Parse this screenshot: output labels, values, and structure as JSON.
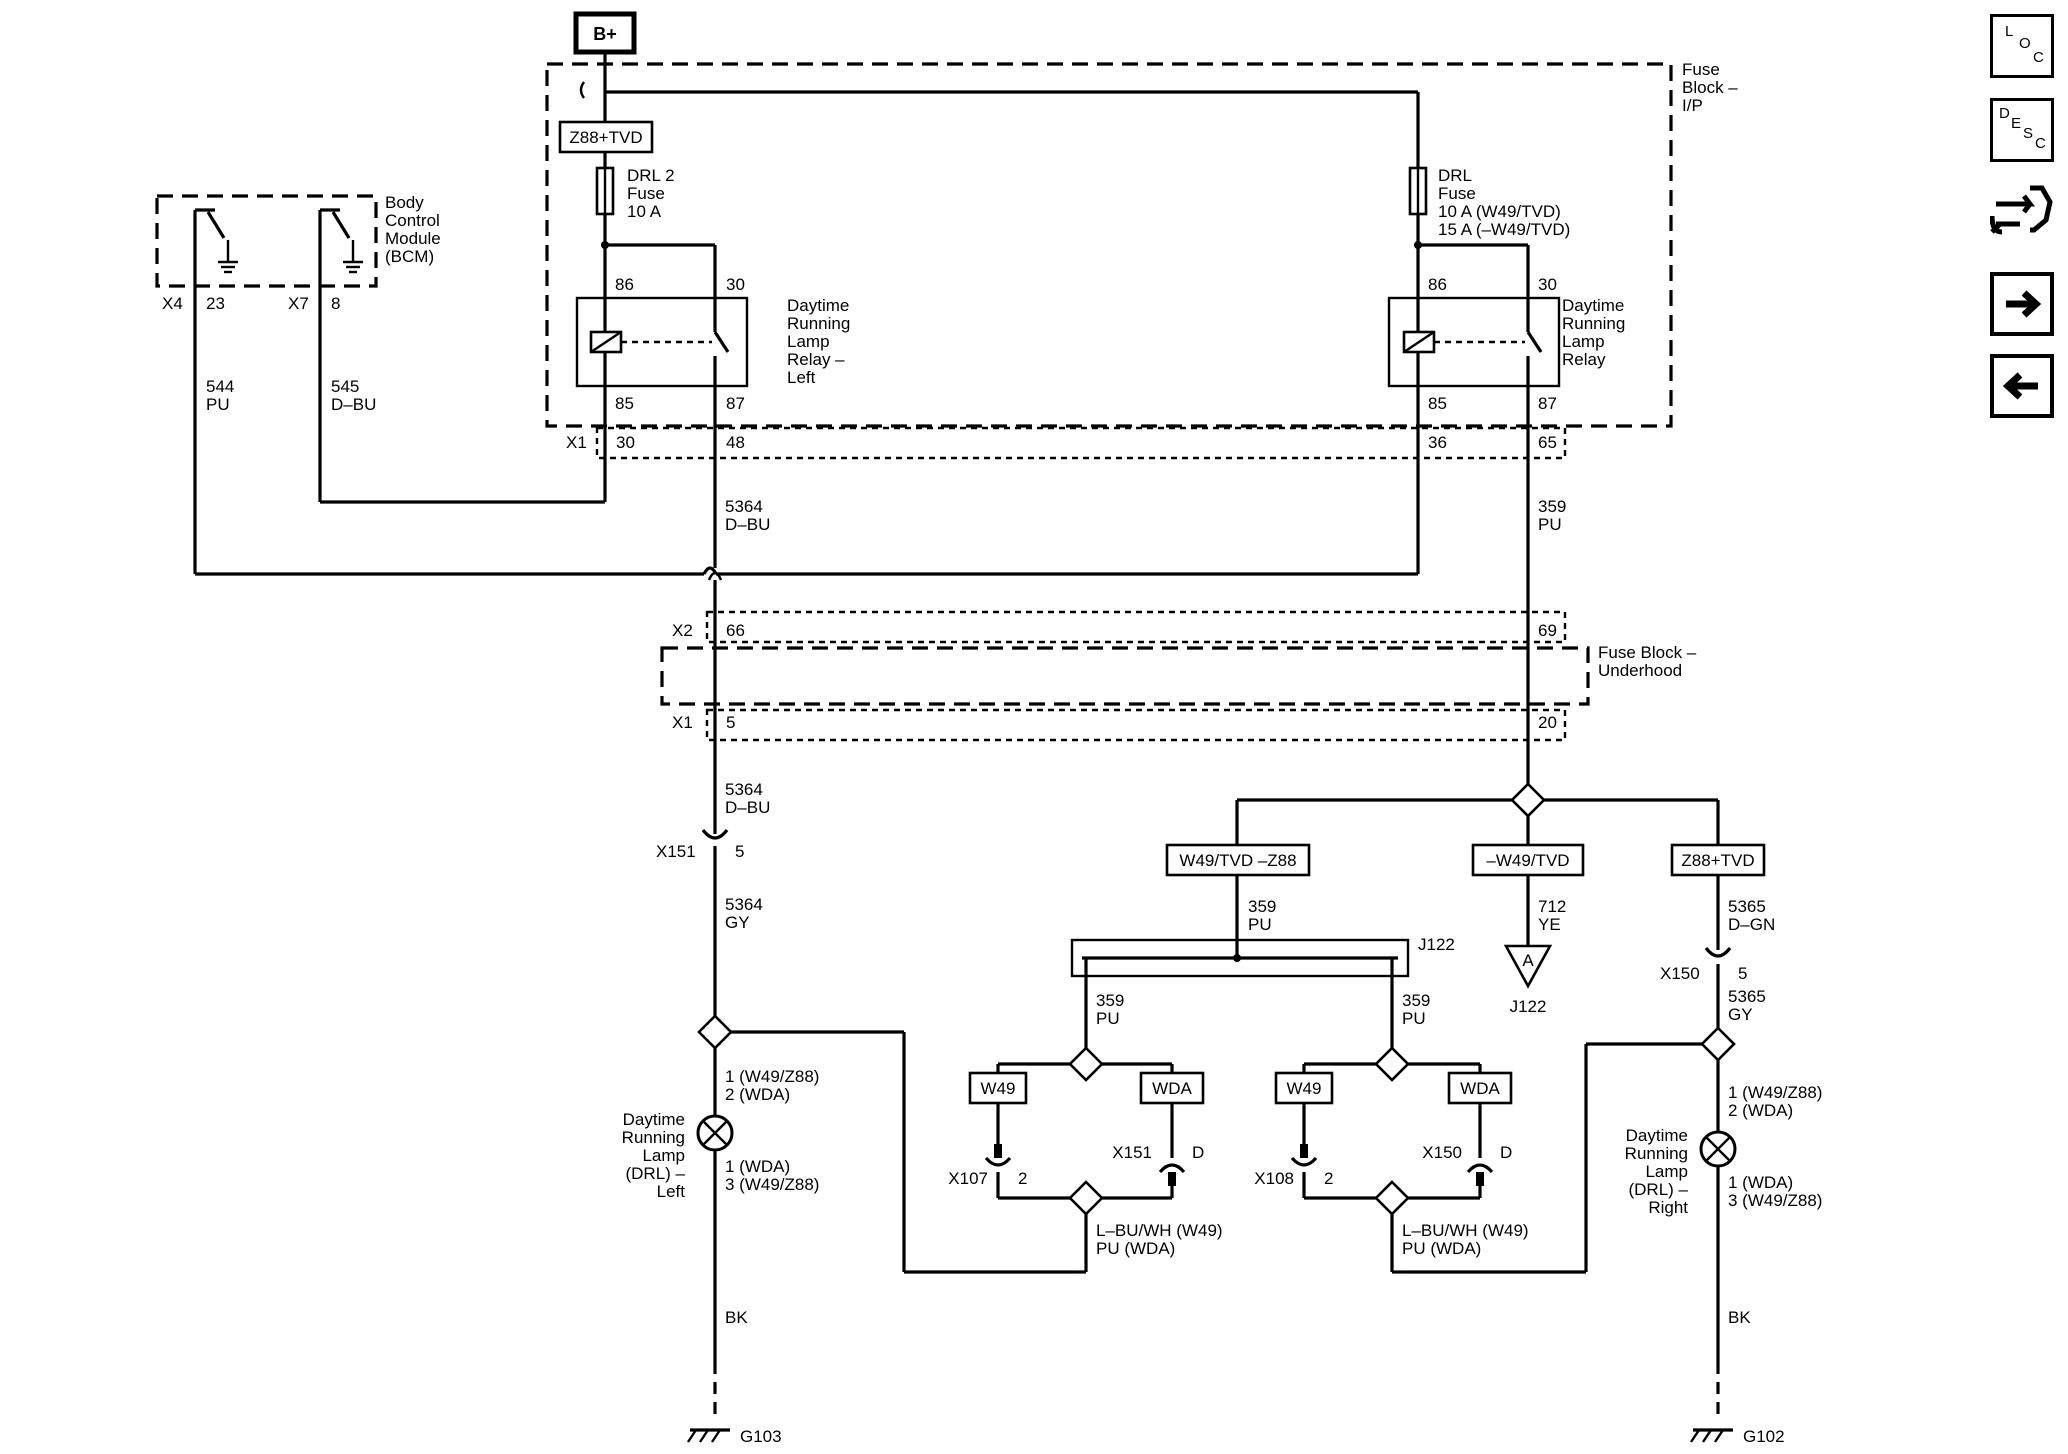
{
  "nav": {
    "loc": {
      "l": "L",
      "o": "O",
      "c": "C"
    },
    "desc": {
      "d": "D",
      "e": "E",
      "s": "S",
      "c": "C"
    }
  },
  "power": {
    "label": "B+"
  },
  "fuse_block_ip": {
    "label": [
      "Fuse",
      "Block –",
      "I/P"
    ]
  },
  "fuse_block_underhood": {
    "label": [
      "Fuse Block –",
      "Underhood"
    ]
  },
  "bcm": {
    "label": [
      "Body",
      "Control",
      "Module",
      "(BCM)"
    ],
    "pins": [
      {
        "conn": "X4",
        "pin": "23"
      },
      {
        "conn": "X7",
        "pin": "8"
      }
    ]
  },
  "option_boxes": {
    "z88_tvd_top": "Z88+TVD",
    "w49_tvd_z88": "W49/TVD –Z88",
    "not_w49_tvd": "–W49/TVD",
    "z88_tvd_right": "Z88+TVD",
    "w49_left": "W49",
    "wda_left": "WDA",
    "w49_right": "W49",
    "wda_right": "WDA"
  },
  "fuses": {
    "drl2": [
      "DRL 2",
      "Fuse",
      "10 A"
    ],
    "drl": [
      "DRL",
      "Fuse",
      "10 A (W49/TVD)",
      "15 A (–W49/TVD)"
    ]
  },
  "relays": {
    "left": {
      "label": [
        "Daytime",
        "Running",
        "Lamp",
        "Relay –",
        "Left"
      ],
      "pins": [
        "86",
        "30",
        "85",
        "87"
      ]
    },
    "right": {
      "label": [
        "Daytime",
        "Running",
        "Lamp",
        "Relay"
      ],
      "pins": [
        "86",
        "30",
        "85",
        "87"
      ]
    }
  },
  "connectors": {
    "x1_top": {
      "name": "X1",
      "pins": [
        "30",
        "48",
        "36",
        "65"
      ]
    },
    "x2": {
      "name": "X2",
      "pins": [
        "66",
        "69"
      ]
    },
    "x1_bottom": {
      "name": "X1",
      "pins": [
        "5",
        "20"
      ]
    },
    "x151_main": {
      "name": "X151",
      "pin": "5"
    },
    "x150_main": {
      "name": "X150",
      "pin": "5"
    },
    "x107": {
      "name": "X107",
      "pin": "2"
    },
    "x151_d": {
      "name": "X151",
      "pin": "D"
    },
    "x108": {
      "name": "X108",
      "pin": "2"
    },
    "x150_d": {
      "name": "X150",
      "pin": "D"
    }
  },
  "wires": {
    "w544": [
      "544",
      "PU"
    ],
    "w545": [
      "545",
      "D–BU"
    ],
    "w5364_top": [
      "5364",
      "D–BU"
    ],
    "w359_top": [
      "359",
      "PU"
    ],
    "w5364_mid": [
      "5364",
      "D–BU"
    ],
    "w5364_gy": [
      "5364",
      "GY"
    ],
    "w359_j": [
      "359",
      "PU"
    ],
    "w712": [
      "712",
      "YE"
    ],
    "w5365_dgn": [
      "5365",
      "D–GN"
    ],
    "w5365_gy": [
      "5365",
      "GY"
    ],
    "w359_l": [
      "359",
      "PU"
    ],
    "w359_r": [
      "359",
      "PU"
    ],
    "lbu_l": [
      "L–BU/WH (W49)",
      "PU (WDA)"
    ],
    "lbu_r": [
      "L–BU/WH (W49)",
      "PU (WDA)"
    ],
    "bk_left": "BK",
    "bk_right": "BK"
  },
  "splice": {
    "j122": "J122",
    "offpage_letter": "A",
    "offpage_label": "J122"
  },
  "lamps": {
    "left": {
      "label": [
        "Daytime",
        "Running",
        "Lamp",
        "(DRL) –",
        "Left"
      ],
      "pins_top": [
        "1 (W49/Z88)",
        "2 (WDA)"
      ],
      "pins_bottom": [
        "1 (WDA)",
        "3 (W49/Z88)"
      ]
    },
    "right": {
      "label": [
        "Daytime",
        "Running",
        "Lamp",
        "(DRL) –",
        "Right"
      ],
      "pins_top": [
        "1 (W49/Z88)",
        "2 (WDA)"
      ],
      "pins_bottom": [
        "1 (WDA)",
        "3 (W49/Z88)"
      ]
    }
  },
  "grounds": {
    "left": "G103",
    "right": "G102"
  }
}
